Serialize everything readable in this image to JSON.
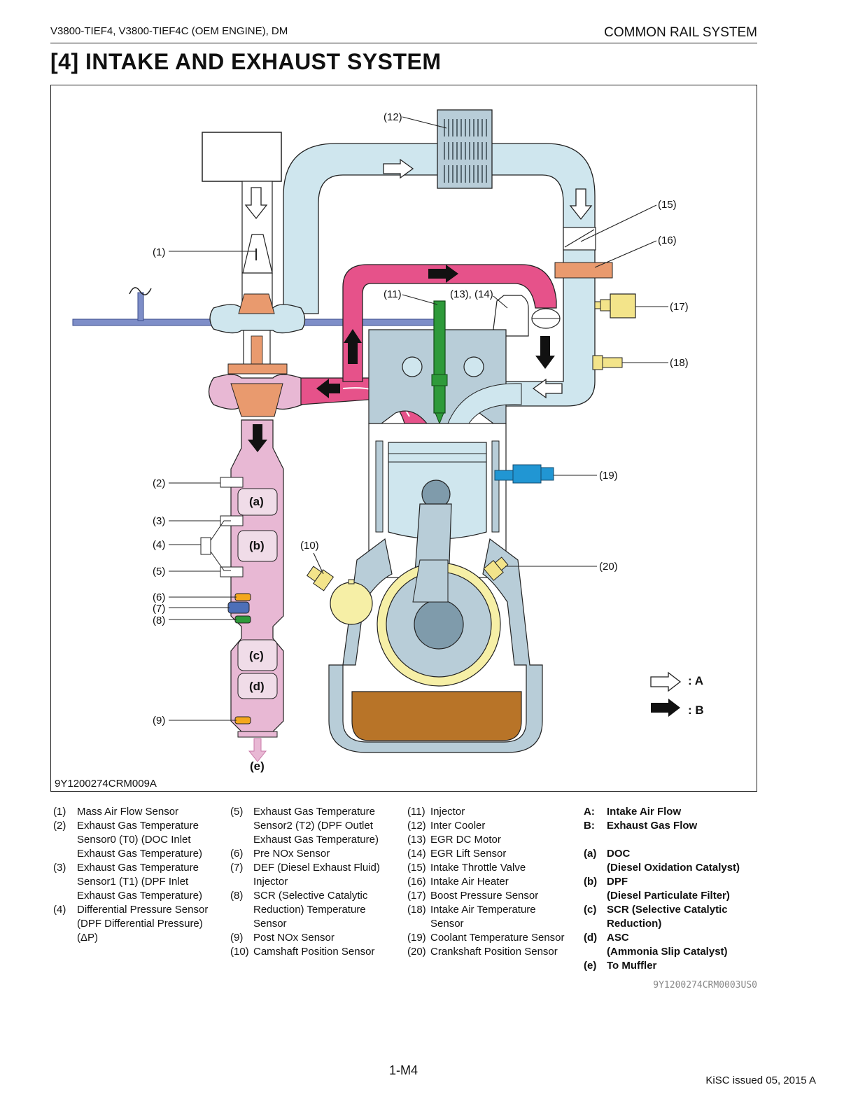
{
  "header": {
    "model": "V3800-TIEF4, V3800-TIEF4C (OEM ENGINE), DM",
    "section": "COMMON RAIL SYSTEM"
  },
  "title": "[4]   INTAKE AND EXHAUST SYSTEM",
  "diagram": {
    "figure_code": "9Y1200274CRM009A",
    "labels": {
      "l1": "(1)",
      "l2": "(2)",
      "l3": "(3)",
      "l4": "(4)",
      "l5": "(5)",
      "l6": "(6)",
      "l7": "(7)",
      "l8": "(8)",
      "l9": "(9)",
      "l10": "(10)",
      "l11": "(11)",
      "l12": "(12)",
      "l1314": "(13), (14)",
      "l15": "(15)",
      "l16": "(16)",
      "l17": "(17)",
      "l18": "(18)",
      "l19": "(19)",
      "l20": "(20)",
      "a": "(a)",
      "b": "(b)",
      "c": "(c)",
      "d": "(d)",
      "e": "(e)"
    },
    "flow_legend": {
      "a": ": A",
      "b": ": B"
    },
    "colors": {
      "intake": "#cfe6ee",
      "exhaust": "#e6528a",
      "catalyst": "#e8b8d4",
      "engine": "#b8cdd8",
      "oil": "#b87428",
      "flange": "#e99a6e"
    }
  },
  "legend": {
    "col1": [
      {
        "num": "(1)",
        "text": "Mass Air Flow Sensor"
      },
      {
        "num": "(2)",
        "text": "Exhaust Gas Temperature"
      },
      {
        "num": "",
        "text": "Sensor0 (T0) (DOC Inlet"
      },
      {
        "num": "",
        "text": "Exhaust Gas Temperature)"
      },
      {
        "num": "(3)",
        "text": "Exhaust Gas Temperature"
      },
      {
        "num": "",
        "text": "Sensor1 (T1) (DPF Inlet"
      },
      {
        "num": "",
        "text": "Exhaust Gas Temperature)"
      },
      {
        "num": "(4)",
        "text": "Differential Pressure Sensor"
      },
      {
        "num": "",
        "text": "(DPF Differential Pressure)"
      },
      {
        "num": "",
        "text": "(ΔP)"
      }
    ],
    "col2": [
      {
        "num": "(5)",
        "text": "Exhaust Gas Temperature"
      },
      {
        "num": "",
        "text": "Sensor2 (T2) (DPF Outlet"
      },
      {
        "num": "",
        "text": "Exhaust Gas Temperature)"
      },
      {
        "num": "(6)",
        "text": "Pre NOx Sensor"
      },
      {
        "num": "(7)",
        "text": "DEF (Diesel Exhaust Fluid)"
      },
      {
        "num": "",
        "text": "Injector"
      },
      {
        "num": "(8)",
        "text": "SCR (Selective Catalytic"
      },
      {
        "num": "",
        "text": "Reduction) Temperature"
      },
      {
        "num": "",
        "text": "Sensor"
      },
      {
        "num": "(9)",
        "text": "Post NOx Sensor"
      },
      {
        "num": "(10)",
        "text": "Camshaft Position Sensor"
      }
    ],
    "col3": [
      {
        "num": "(11)",
        "text": "Injector"
      },
      {
        "num": "(12)",
        "text": "Inter Cooler"
      },
      {
        "num": "(13)",
        "text": "EGR DC Motor"
      },
      {
        "num": "(14)",
        "text": "EGR Lift Sensor"
      },
      {
        "num": "(15)",
        "text": "Intake Throttle Valve"
      },
      {
        "num": "(16)",
        "text": "Intake Air Heater"
      },
      {
        "num": "(17)",
        "text": "Boost Pressure Sensor"
      },
      {
        "num": "(18)",
        "text": " Intake Air Temperature"
      },
      {
        "num": "",
        "text": "Sensor"
      },
      {
        "num": "(19)",
        "text": "Coolant Temperature Sensor"
      },
      {
        "num": "(20)",
        "text": "Crankshaft Position Sensor"
      }
    ],
    "col4": [
      {
        "num": "A:",
        "text": "Intake Air Flow"
      },
      {
        "num": "B:",
        "text": "Exhaust Gas Flow"
      },
      {
        "num": "",
        "text": ""
      },
      {
        "num": "(a)",
        "text": "DOC"
      },
      {
        "num": "",
        "text": "(Diesel Oxidation Catalyst)"
      },
      {
        "num": "(b)",
        "text": "DPF"
      },
      {
        "num": "",
        "text": "(Diesel Particulate Filter)"
      },
      {
        "num": "(c)",
        "text": "SCR (Selective Catalytic"
      },
      {
        "num": "",
        "text": "Reduction)"
      },
      {
        "num": "(d)",
        "text": "ASC"
      },
      {
        "num": "",
        "text": "(Ammonia Slip Catalyst)"
      },
      {
        "num": "(e)",
        "text": "To Muffler"
      }
    ]
  },
  "doc_code": "9Y1200274CRM0003US0",
  "page_number": "1-M4",
  "issued": "KiSC issued 05, 2015 A"
}
